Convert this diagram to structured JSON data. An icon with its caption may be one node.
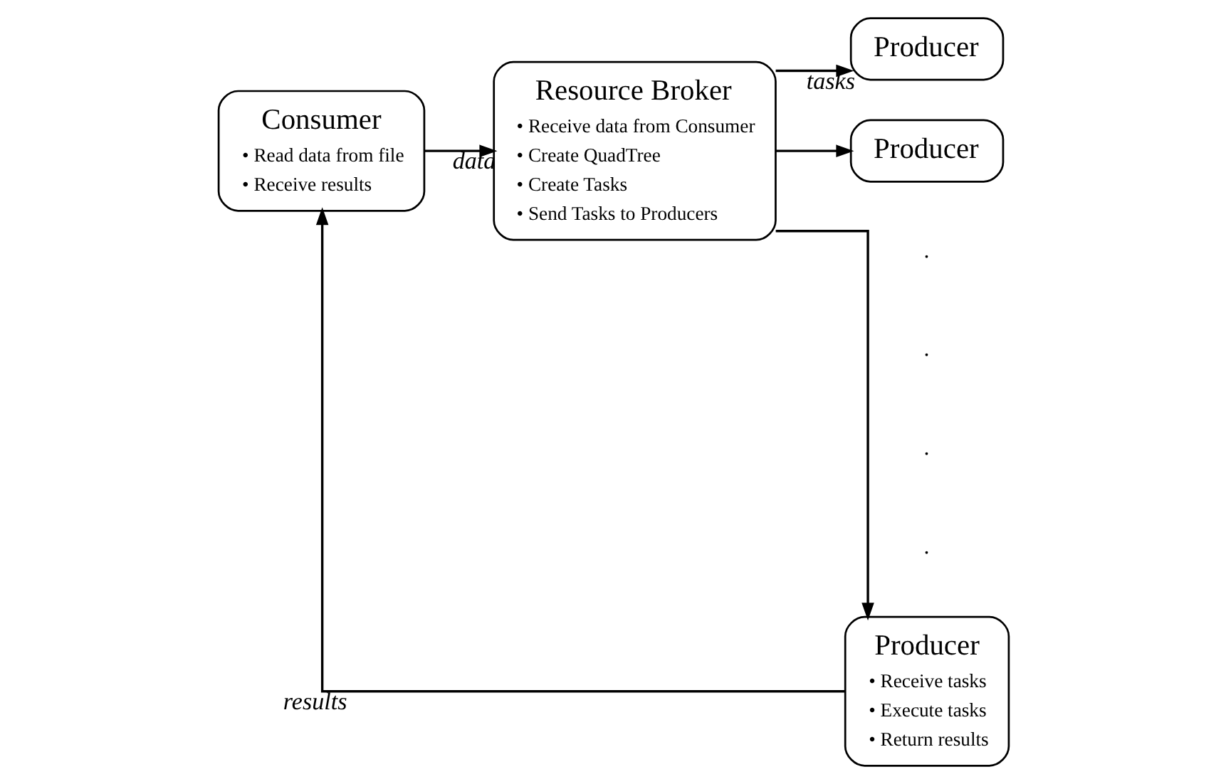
{
  "diagram": {
    "nodes": [
      {
        "text": [
          "Consumer",
          "• Read data from file",
          "• Receive results"
        ]
      },
      {
        "text": [
          "Resource Broker",
          "• Receive data from Consumer",
          "• Create QuadTree",
          "• Create Tasks",
          "• Send Tasks to Producers"
        ]
      },
      {
        "text": [
          "Producer"
        ]
      },
      {
        "text": [
          "Producer"
        ]
      },
      {
        "text": [
          "Producer",
          "• Receive tasks",
          "• Execute tasks",
          "• Return results"
        ]
      }
    ],
    "edges": [
      {
        "from": 0,
        "to": 1,
        "arrow": "to",
        "label": "data"
      },
      {
        "from": 1,
        "to": 2,
        "arrow": "to",
        "label": "tasks"
      },
      {
        "from": 1,
        "to": 3,
        "arrow": "to"
      },
      {
        "from": 1,
        "to": 4,
        "arrow": "to"
      },
      {
        "from": 4,
        "to": 0,
        "arrow": "to",
        "label": "results"
      }
    ],
    "labels": [
      ".",
      ".",
      ".",
      "."
    ]
  }
}
